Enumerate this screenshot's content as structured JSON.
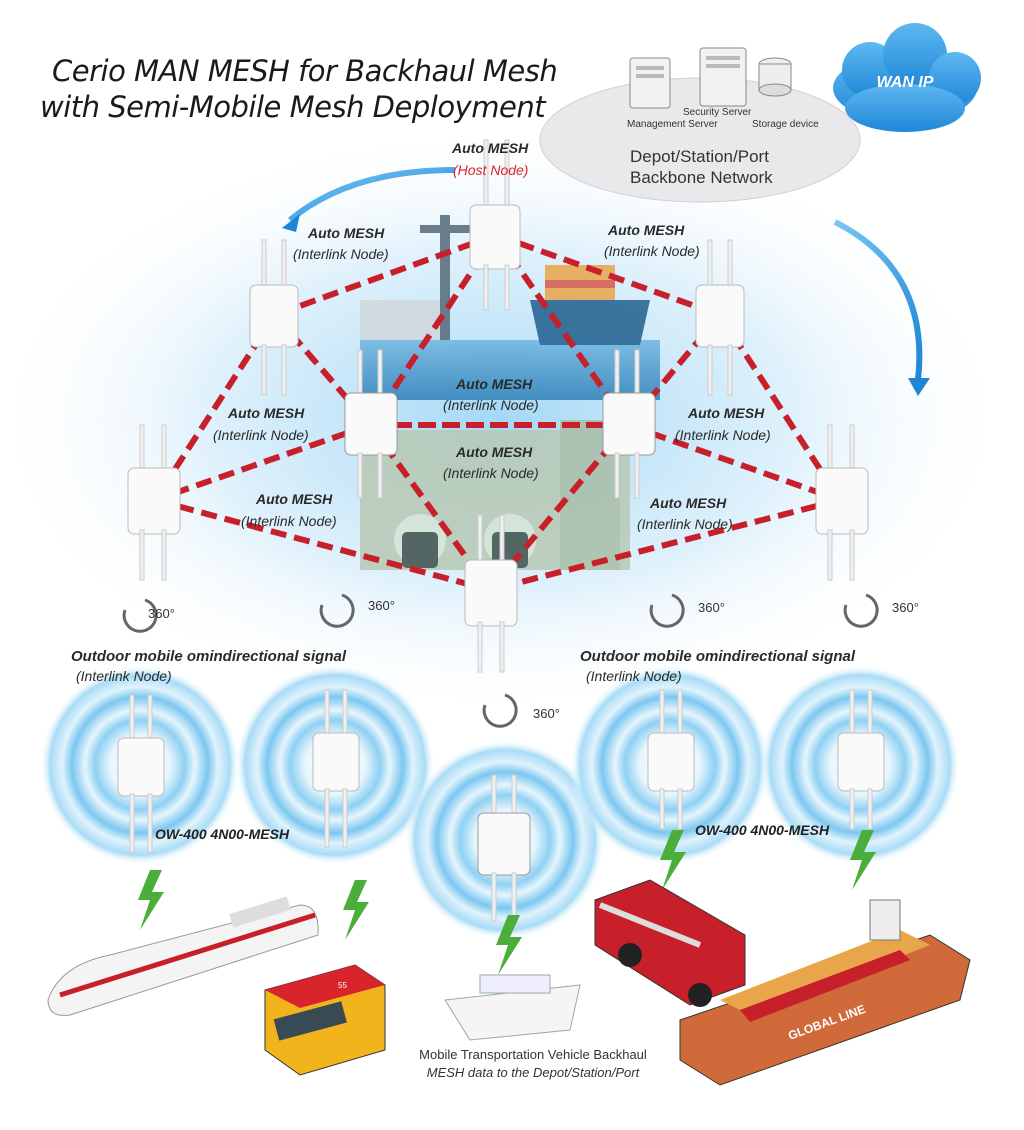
{
  "title": {
    "line1": "Cerio MAN MESH for Backhaul Mesh",
    "line2": "with Semi-Mobile Mesh Deployment"
  },
  "backbone": {
    "servers": [
      "Security Server",
      "Management Server",
      "Storage device"
    ],
    "network_line1": "Depot/Station/Port",
    "network_line2": "Backbone Network",
    "wan": "WAN IP"
  },
  "host_node": {
    "title": "Auto MESH",
    "role": "(Host Node)"
  },
  "mesh_labels": [
    {
      "title": "Auto MESH",
      "role": "(Interlink Node)"
    },
    {
      "title": "Auto MESH",
      "role": "(Interlink Node)"
    },
    {
      "title": "Auto MESH",
      "role": "(Interlink Node)"
    },
    {
      "title": "Auto MESH",
      "role": "(Interlink Node)"
    },
    {
      "title": "Auto MESH",
      "role": "(Interlink Node)"
    },
    {
      "title": "Auto MESH",
      "role": "(Interlink Node)"
    },
    {
      "title": "Auto MESH",
      "role": "(Interlink Node)"
    },
    {
      "title": "Auto MESH",
      "role": "(Interlink Node)"
    }
  ],
  "rotation_label": "360°",
  "outdoor": [
    {
      "title": "Outdoor mobile omindirectional signal",
      "role": "(Interlink Node)"
    },
    {
      "title": "Outdoor mobile omindirectional signal",
      "role": "(Interlink Node)"
    }
  ],
  "model_labels": [
    "OW-400 4N00-MESH",
    "OW-400 4N00-MESH"
  ],
  "vehicles": {
    "bus_number": "55",
    "ship_text": "GLOBAL LINE"
  },
  "caption": {
    "line1": "Mobile Transportation Vehicle Backhaul",
    "line2": "MESH data to the Depot/Station/Port"
  },
  "colors": {
    "mesh_link": "#c8202a",
    "arrow": "#2a9be0",
    "glow": "#bfe3f7",
    "bolt": "#4cae3a",
    "cloud": "#3aa0e8"
  }
}
